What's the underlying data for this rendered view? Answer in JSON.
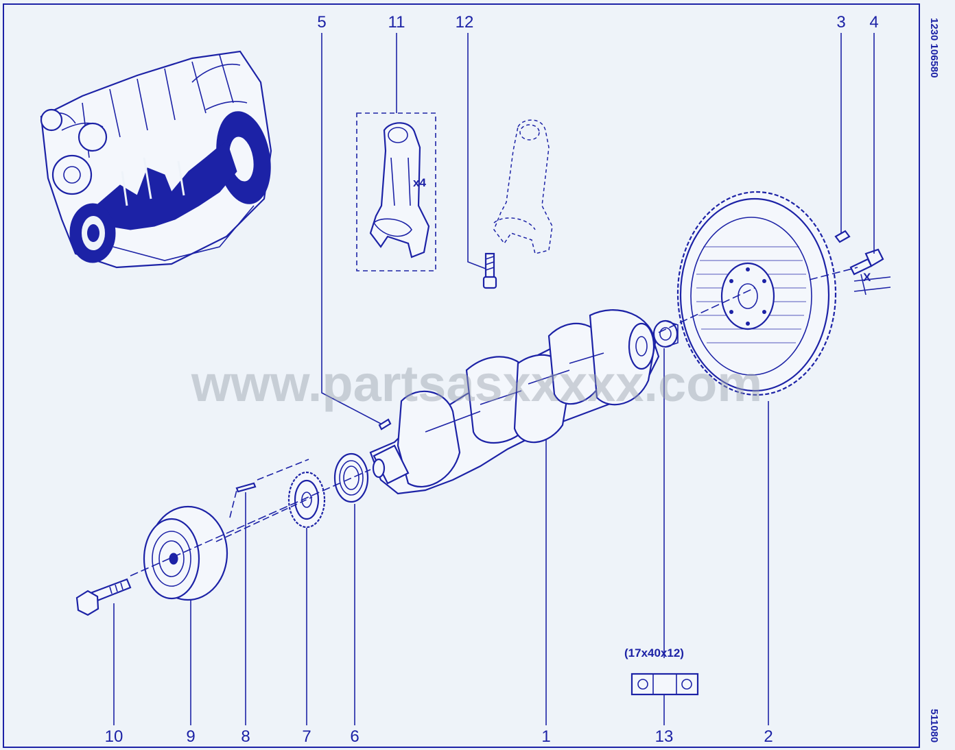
{
  "watermark": "www.partsasxxxxx.com",
  "side_labels": {
    "top": "1230 106580",
    "bottom": "511080"
  },
  "callouts": {
    "c1": "1",
    "c2": "2",
    "c3": "3",
    "c4": "4",
    "c5": "5",
    "c6": "6",
    "c7": "7",
    "c8": "8",
    "c9": "9",
    "c10": "10",
    "c11": "11",
    "c12": "12",
    "c13": "13"
  },
  "annotations": {
    "quantity": "x4",
    "bearing_size": "(17x40x12)",
    "dimension": "X"
  },
  "colors": {
    "ink": "#1c22a6",
    "background": "#eef3f9",
    "watermark": "#9aa2ad"
  }
}
